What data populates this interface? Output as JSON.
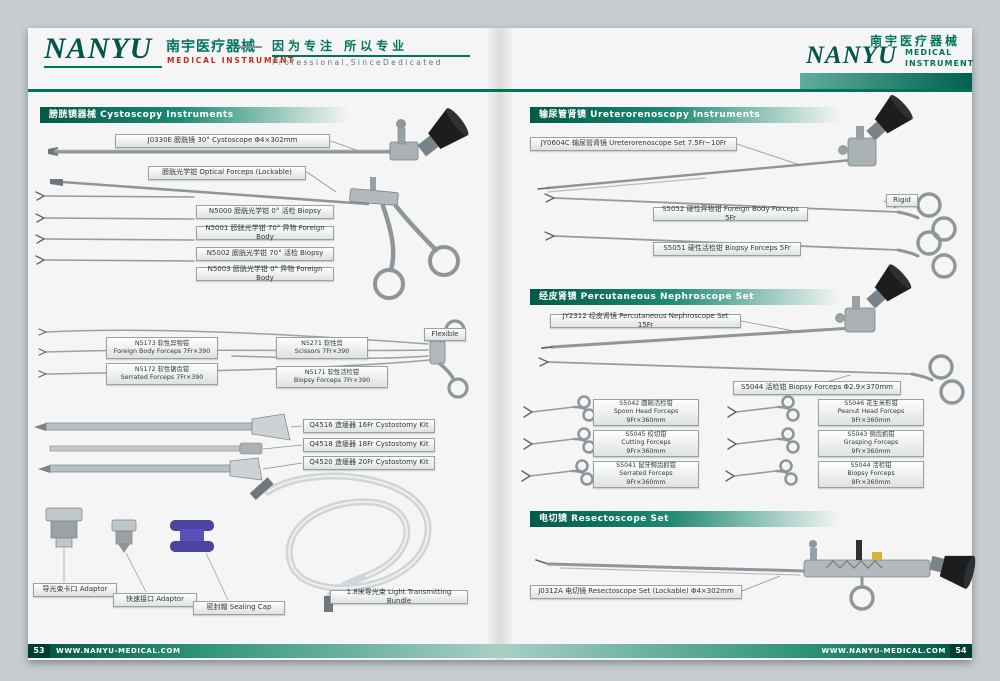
{
  "header": {
    "brand_left": {
      "logo": "NANYU",
      "cn": "南宇医疗器械",
      "sub": "MEDICAL  INSTRUMENT",
      "slogan_cn": "因为专注 所以专业",
      "slogan_en": "P r o f e s s i o n a l ,   S i n c e   D e d i c a t e d"
    },
    "brand_right": {
      "cn": "南宇医疗器械",
      "logo": "NANYU",
      "sub1": "MEDICAL",
      "sub2": "INSTRUMENT"
    }
  },
  "left_page": {
    "section_title": "膀胱镜器械  Cystoscopy Instruments",
    "labels": {
      "cystoscope": "J0330E 膀胱镜 30°  Cystoscope  Φ4×302mm",
      "optical_forceps": "膀胱光学钳 Optical Forceps (Lockable)",
      "n5000": "N5000 膀胱光学钳  0°  活检 Biopsy",
      "n5001": "N5001 膀胱光学钳 70°  异物 Foreign Body",
      "n5002": "N5002 膀胱光学钳 70°  活检 Biopsy",
      "n5003": "N5003 膀胱光学钳  0°  异物 Foreign Body",
      "n5173": "N5173 软性异物钳\nForeign Body Forceps 7Fr×390",
      "n5271": "N5271 软性剪\nScissors 7Fr×390",
      "n5172": "N5172 软性锯齿钳\nSerrated Forceps 7Fr×390",
      "n5171": "N5171 软性活检钳\nBiopsy Forceps 7Fr×390",
      "flexible": "Flexible",
      "q4516": "Q4516 造瘘器 16Fr Cystostomy Kit",
      "q4518": "Q4518 造瘘器 18Fr Cystostomy Kit",
      "q4520": "Q4520 造瘘器 20Fr Cystostomy Kit",
      "adaptor1": "导光束卡口 Adaptor",
      "adaptor2": "快速接口 Adaptor",
      "sealing_cap": "密封帽 Sealing Cap",
      "light_bundle": "1.8米导光束  Light Transmitting Bundle"
    }
  },
  "right_page": {
    "section1": {
      "title": "输尿管肾镜  Ureterorenoscopy Instruments",
      "labels": {
        "jy0604c": "JY0604C 输尿管肾镜 Ureterorenoscope Set 7.5Fr~10Fr",
        "rigid": "Rigid",
        "s5052": "S5052 硬性异物钳 Foreign Body Forceps 5Fr",
        "s5051": "S5051 硬性活检钳 Biopsy Forceps 5Fr"
      }
    },
    "section2": {
      "title": "经皮肾镜  Percutaneous Nephroscope Set",
      "labels": {
        "jy2312": "JY2312 经皮肾镜 Percutaneous Nephroscope Set 15Fr",
        "s5044_long": "S5044 活检钳 Biopsy Forceps  Φ2.9×370mm",
        "s5042": "S5042 圆碗活检钳\nSpoon Head Forceps\n9Fr×360mm",
        "s5046": "S5046 花生米形钳\nPeanut Head Forceps\n9Fr×360mm",
        "s5045": "S5045 绞切钳\nCutting Forceps\n9Fr×360mm",
        "s5043": "S5043 侧齿抓钳\nGrasping Forceps\n9Fr×360mm",
        "s5041": "S5041 鼠牙鳄齿抓钳\nSerrated Forceps\n9Fr×360mm",
        "s5044": "S5044 活检钳\nBiopsy Forceps\n9Fr×360mm"
      }
    },
    "section3": {
      "title": "电切镜  Resectoscope Set",
      "labels": {
        "j0312a": "J0312A 电切镜 Resectoscope Set (Lockable)  Φ4×302mm"
      }
    }
  },
  "footer": {
    "left_no": "53",
    "right_no": "54",
    "site_left": "WWW.NANYU-MEDICAL.COM",
    "site_right": "WWW.NANYU-MEDICAL.COM"
  },
  "colors": {
    "brand_teal": "#00745f",
    "brand_dark_teal": "#00564a",
    "brand_red": "#c8281e"
  }
}
